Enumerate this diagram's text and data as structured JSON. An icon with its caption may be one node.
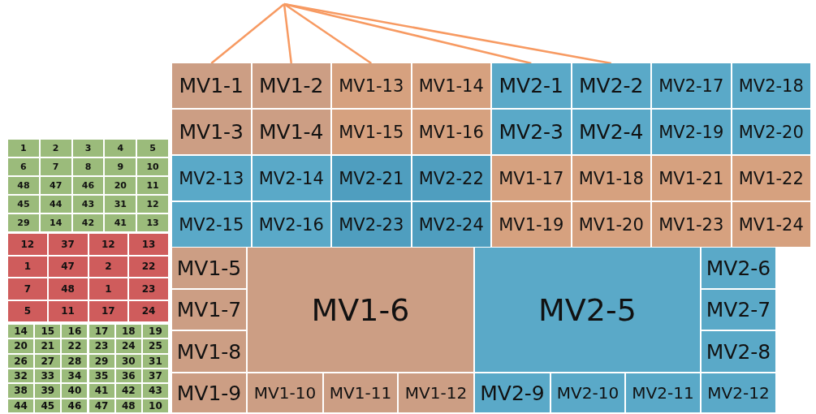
{
  "diagram": {
    "nodes": [
      {
        "text": [
          "MV1-1"
        ]
      },
      {
        "text": [
          "MV1-2"
        ]
      },
      {
        "text": [
          "MV1-13"
        ]
      },
      {
        "text": [
          "MV1-14"
        ]
      },
      {
        "text": [
          "MV2-1"
        ]
      },
      {
        "text": [
          "MV2-2"
        ]
      },
      {
        "text": [
          "MV2-17"
        ]
      },
      {
        "text": [
          "MV2-18"
        ]
      },
      {
        "text": [
          "MV1-3"
        ]
      },
      {
        "text": [
          "MV1-4"
        ]
      },
      {
        "text": [
          "MV1-15"
        ]
      },
      {
        "text": [
          "MV1-16"
        ]
      },
      {
        "text": [
          "MV2-3"
        ]
      },
      {
        "text": [
          "MV2-4"
        ]
      },
      {
        "text": [
          "MV2-19"
        ]
      },
      {
        "text": [
          "MV2-20"
        ]
      },
      {
        "text": [
          "MV2-13"
        ]
      },
      {
        "text": [
          "MV2-14"
        ]
      },
      {
        "text": [
          "MV2-21"
        ]
      },
      {
        "text": [
          "MV2-22"
        ]
      },
      {
        "text": [
          "MV1-17"
        ]
      },
      {
        "text": [
          "MV1-18"
        ]
      },
      {
        "text": [
          "MV1-21"
        ]
      },
      {
        "text": [
          "MV1-22"
        ]
      },
      {
        "text": [
          "MV2-15"
        ]
      },
      {
        "text": [
          "MV2-16"
        ]
      },
      {
        "text": [
          "MV2-23"
        ]
      },
      {
        "text": [
          "MV2-24"
        ]
      },
      {
        "text": [
          "MV1-19"
        ]
      },
      {
        "text": [
          "MV1-20"
        ]
      },
      {
        "text": [
          "MV1-23"
        ]
      },
      {
        "text": [
          "MV1-24"
        ]
      },
      {
        "text": [
          "MV1-5"
        ]
      },
      {
        "text": [
          "MV1-7"
        ]
      },
      {
        "text": [
          "MV1-8"
        ]
      },
      {
        "text": [
          "MV1-6"
        ]
      },
      {
        "text": [
          "MV2-5"
        ]
      },
      {
        "text": [
          "MV2-6"
        ]
      },
      {
        "text": [
          "MV2-7"
        ]
      },
      {
        "text": [
          "MV2-8"
        ]
      },
      {
        "text": [
          "MV1-9"
        ]
      },
      {
        "text": [
          "MV1-10"
        ]
      },
      {
        "text": [
          "MV1-11"
        ]
      },
      {
        "text": [
          "MV1-12"
        ]
      },
      {
        "text": [
          "MV2-9"
        ]
      },
      {
        "text": [
          "MV2-10"
        ]
      },
      {
        "text": [
          "MV2-11"
        ]
      },
      {
        "text": [
          "MV2-12"
        ]
      },
      {
        "text": [
          "1"
        ]
      },
      {
        "text": [
          "2"
        ]
      },
      {
        "text": [
          "3"
        ]
      },
      {
        "text": [
          "4"
        ]
      },
      {
        "text": [
          "5"
        ]
      },
      {
        "text": [
          "6"
        ]
      },
      {
        "text": [
          "7"
        ]
      },
      {
        "text": [
          "8"
        ]
      },
      {
        "text": [
          "9"
        ]
      },
      {
        "text": [
          "10"
        ]
      },
      {
        "text": [
          "48"
        ]
      },
      {
        "text": [
          "47"
        ]
      },
      {
        "text": [
          "46"
        ]
      },
      {
        "text": [
          "20"
        ]
      },
      {
        "text": [
          "11"
        ]
      },
      {
        "text": [
          "45"
        ]
      },
      {
        "text": [
          "44"
        ]
      },
      {
        "text": [
          "43"
        ]
      },
      {
        "text": [
          "31"
        ]
      },
      {
        "text": [
          "12"
        ]
      },
      {
        "text": [
          "29"
        ]
      },
      {
        "text": [
          "14"
        ]
      },
      {
        "text": [
          "42"
        ]
      },
      {
        "text": [
          "41"
        ]
      },
      {
        "text": [
          "13"
        ]
      },
      {
        "text": [
          "12"
        ]
      },
      {
        "text": [
          "37"
        ]
      },
      {
        "text": [
          "12"
        ]
      },
      {
        "text": [
          "13"
        ]
      },
      {
        "text": [
          "1"
        ]
      },
      {
        "text": [
          "47"
        ]
      },
      {
        "text": [
          "2"
        ]
      },
      {
        "text": [
          "22"
        ]
      },
      {
        "text": [
          "7"
        ]
      },
      {
        "text": [
          "48"
        ]
      },
      {
        "text": [
          "1"
        ]
      },
      {
        "text": [
          "23"
        ]
      },
      {
        "text": [
          "5"
        ]
      },
      {
        "text": [
          "11"
        ]
      },
      {
        "text": [
          "17"
        ]
      },
      {
        "text": [
          "24"
        ]
      },
      {
        "text": [
          "14"
        ]
      },
      {
        "text": [
          "15"
        ]
      },
      {
        "text": [
          "16"
        ]
      },
      {
        "text": [
          "17"
        ]
      },
      {
        "text": [
          "18"
        ]
      },
      {
        "text": [
          "19"
        ]
      },
      {
        "text": [
          "20"
        ]
      },
      {
        "text": [
          "21"
        ]
      },
      {
        "text": [
          "22"
        ]
      },
      {
        "text": [
          "23"
        ]
      },
      {
        "text": [
          "24"
        ]
      },
      {
        "text": [
          "25"
        ]
      },
      {
        "text": [
          "26"
        ]
      },
      {
        "text": [
          "27"
        ]
      },
      {
        "text": [
          "28"
        ]
      },
      {
        "text": [
          "29"
        ]
      },
      {
        "text": [
          "30"
        ]
      },
      {
        "text": [
          "31"
        ]
      },
      {
        "text": [
          "32"
        ]
      },
      {
        "text": [
          "33"
        ]
      },
      {
        "text": [
          "34"
        ]
      },
      {
        "text": [
          "35"
        ]
      },
      {
        "text": [
          "36"
        ]
      },
      {
        "text": [
          "37"
        ]
      },
      {
        "text": [
          "38"
        ]
      },
      {
        "text": [
          "39"
        ]
      },
      {
        "text": [
          "40"
        ]
      },
      {
        "text": [
          "41"
        ]
      },
      {
        "text": [
          "42"
        ]
      },
      {
        "text": [
          "43"
        ]
      },
      {
        "text": [
          "44"
        ]
      },
      {
        "text": [
          "45"
        ]
      },
      {
        "text": [
          "46"
        ]
      },
      {
        "text": [
          "47"
        ]
      },
      {
        "text": [
          "48"
        ]
      },
      {
        "text": [
          "10"
        ]
      }
    ],
    "edges": [
      {
        "from": null,
        "to": 0,
        "arrow": "none"
      },
      {
        "from": null,
        "to": 1,
        "arrow": "none"
      },
      {
        "from": null,
        "to": 2,
        "arrow": "none"
      },
      {
        "from": null,
        "to": 4,
        "arrow": "none"
      },
      {
        "from": null,
        "to": 5,
        "arrow": "none"
      }
    ]
  }
}
